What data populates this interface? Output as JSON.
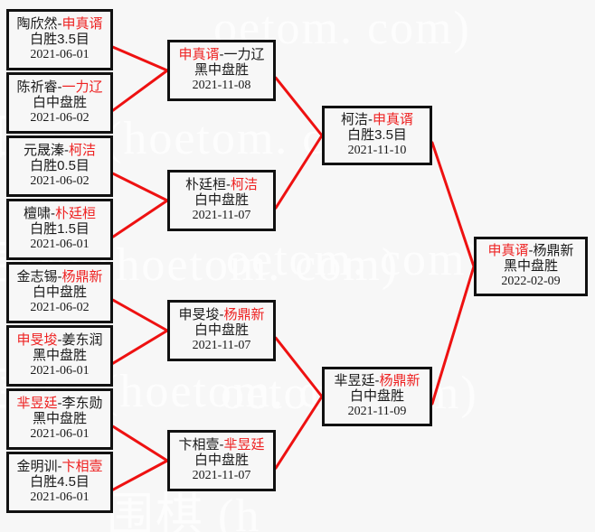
{
  "watermark": {
    "text_cn": "围棋 (hoetom.com)",
    "lines": [
      "围棋 (hoetom. com)",
      "oetom. com)",
      "围棋 (hoetom. com)",
      "oetom. com)",
      "围棋 (hoetom. com)",
      "oetom. com)",
      "围棋 (h"
    ]
  },
  "colors": {
    "winner": "#ee2222",
    "connector": "#ee1111",
    "box_border": "#111111",
    "background": "#f7f7f7",
    "text": "#1a1a1a"
  },
  "rounds": [
    {
      "name": "round-of-16",
      "matches": [
        {
          "left": "陶欣然",
          "right": "申真谞",
          "winner": "right",
          "result": "白胜3.5目",
          "date": "2021-06-01"
        },
        {
          "left": "陈祈睿",
          "right": "一力辽",
          "winner": "right",
          "result": "白中盘胜",
          "date": "2021-06-02"
        },
        {
          "left": "元晟溱",
          "right": "柯洁",
          "winner": "right",
          "result": "白胜0.5目",
          "date": "2021-06-02"
        },
        {
          "left": "檀啸",
          "right": "朴廷桓",
          "winner": "right",
          "result": "白胜1.5目",
          "date": "2021-06-01"
        },
        {
          "left": "金志锡",
          "right": "杨鼎新",
          "winner": "right",
          "result": "白中盘胜",
          "date": "2021-06-02"
        },
        {
          "left": "申旻埈",
          "right": "姜东润",
          "winner": "left",
          "result": "黑中盘胜",
          "date": "2021-06-01"
        },
        {
          "left": "芈昱廷",
          "right": "李东勋",
          "winner": "left",
          "result": "黑中盘胜",
          "date": "2021-06-01"
        },
        {
          "left": "金明训",
          "right": "卞相壹",
          "winner": "right",
          "result": "白胜4.5目",
          "date": "2021-06-01"
        }
      ]
    },
    {
      "name": "quarterfinal",
      "matches": [
        {
          "left": "申真谞",
          "right": "一力辽",
          "winner": "left",
          "result": "黑中盘胜",
          "date": "2021-11-08"
        },
        {
          "left": "朴廷桓",
          "right": "柯洁",
          "winner": "right",
          "result": "白中盘胜",
          "date": "2021-11-07"
        },
        {
          "left": "申旻埈",
          "right": "杨鼎新",
          "winner": "right",
          "result": "白中盘胜",
          "date": "2021-11-07"
        },
        {
          "left": "卞相壹",
          "right": "芈昱廷",
          "winner": "right",
          "result": "白中盘胜",
          "date": "2021-11-07"
        }
      ]
    },
    {
      "name": "semifinal",
      "matches": [
        {
          "left": "柯洁",
          "right": "申真谞",
          "winner": "right",
          "result": "白胜3.5目",
          "date": "2021-11-10"
        },
        {
          "left": "芈昱廷",
          "right": "杨鼎新",
          "winner": "right",
          "result": "白中盘胜",
          "date": "2021-11-09"
        }
      ]
    },
    {
      "name": "final",
      "matches": [
        {
          "left": "申真谞",
          "right": "杨鼎新",
          "winner": "left",
          "result": "黑中盘胜",
          "date": "2022-02-09"
        }
      ]
    }
  ]
}
